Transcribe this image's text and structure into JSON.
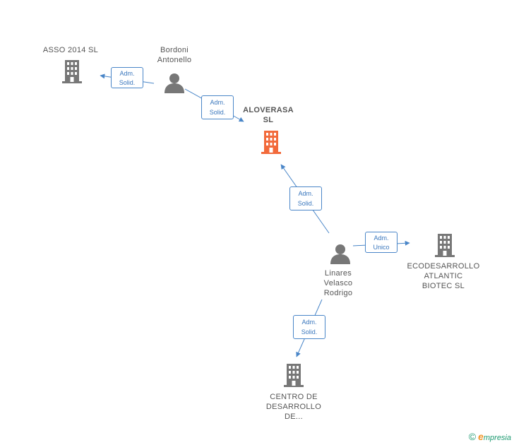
{
  "nodes": {
    "asso": {
      "label": "ASSO 2014  SL"
    },
    "bordoni": {
      "label": "Bordoni\nAntonello"
    },
    "aloverasa": {
      "label": "ALOVERASA\nSL"
    },
    "linares": {
      "label": "Linares\nVelasco\nRodrigo"
    },
    "ecodesarrollo": {
      "label": "ECODESARROLLO\nATLANTIC\nBIOTEC SL"
    },
    "centro": {
      "label": "CENTRO DE\nDESARROLLO\nDE..."
    }
  },
  "roles": {
    "bordoni_asso": "Adm.\nSolid.",
    "bordoni_aloverasa": "Adm.\nSolid.",
    "linares_aloverasa": "Adm.\nSolid.",
    "linares_ecodesarrollo": "Adm.\nUnico",
    "linares_centro": "Adm.\nSolid."
  },
  "colors": {
    "focus_company": "#f26a3b",
    "company": "#777777",
    "person": "#777777",
    "link": "#4a86c8"
  },
  "footer": {
    "copyright": "©",
    "brand_first": "e",
    "brand_rest": "mpresia"
  }
}
